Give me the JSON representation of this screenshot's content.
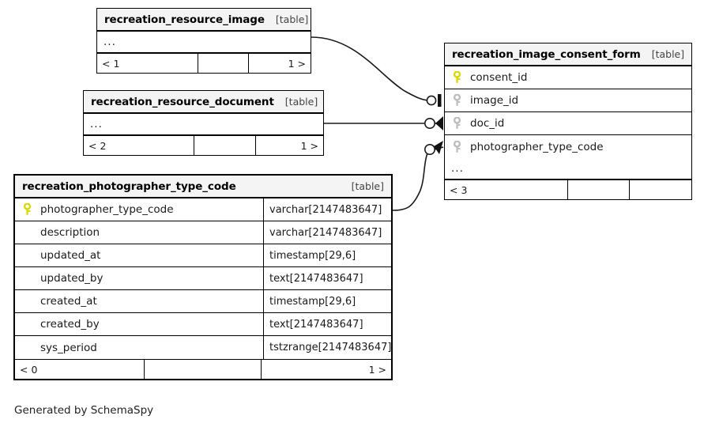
{
  "diagram": {
    "caption": "Generated by SchemaSpy",
    "table_tag": "[table]",
    "ellipsis": "...",
    "colors": {
      "primary_key": "#d9d900",
      "foreign_key": "#bdbdbd",
      "border": "#000000",
      "header_background": "#f4f4f4",
      "background": "#ffffff"
    }
  },
  "tables": [
    {
      "id": "recreation_resource_image",
      "title": "recreation_resource_image",
      "tag": "[table]",
      "collapsed": true,
      "ellipsis": "...",
      "footer": [
        "< 1",
        "",
        "1 >"
      ]
    },
    {
      "id": "recreation_resource_document",
      "title": "recreation_resource_document",
      "tag": "[table]",
      "collapsed": true,
      "ellipsis": "...",
      "footer": [
        "< 2",
        "",
        "1 >"
      ]
    },
    {
      "id": "recreation_image_consent_form",
      "title": "recreation_image_consent_form",
      "tag": "[table]",
      "collapsed": false,
      "ellipsis": "...",
      "columns": [
        {
          "name": "consent_id",
          "key": "primary",
          "type": ""
        },
        {
          "name": "image_id",
          "key": "foreign",
          "type": ""
        },
        {
          "name": "doc_id",
          "key": "foreign",
          "type": ""
        },
        {
          "name": "photographer_type_code",
          "key": "foreign",
          "type": ""
        }
      ],
      "footer": [
        "< 3",
        "",
        ""
      ]
    },
    {
      "id": "recreation_photographer_type_code",
      "title": "recreation_photographer_type_code",
      "tag": "[table]",
      "collapsed": false,
      "columns": [
        {
          "name": "photographer_type_code",
          "key": "primary",
          "type": "varchar[2147483647]"
        },
        {
          "name": "description",
          "key": "none",
          "type": "varchar[2147483647]"
        },
        {
          "name": "updated_at",
          "key": "none",
          "type": "timestamp[29,6]"
        },
        {
          "name": "updated_by",
          "key": "none",
          "type": "text[2147483647]"
        },
        {
          "name": "created_at",
          "key": "none",
          "type": "timestamp[29,6]"
        },
        {
          "name": "created_by",
          "key": "none",
          "type": "text[2147483647]"
        },
        {
          "name": "sys_period",
          "key": "none",
          "type": "tstzrange[2147483647]"
        }
      ],
      "footer": [
        "< 0",
        "",
        "1 >"
      ]
    }
  ],
  "relationships": [
    {
      "id": "image-to-consent",
      "from": "recreation_resource_image",
      "to": "recreation_image_consent_form",
      "to_column": "image_id"
    },
    {
      "id": "document-to-consent",
      "from": "recreation_resource_document",
      "to": "recreation_image_consent_form",
      "to_column": "doc_id"
    },
    {
      "id": "photographer-to-consent",
      "from": "recreation_photographer_type_code",
      "to": "recreation_image_consent_form",
      "to_column": "photographer_type_code"
    }
  ]
}
